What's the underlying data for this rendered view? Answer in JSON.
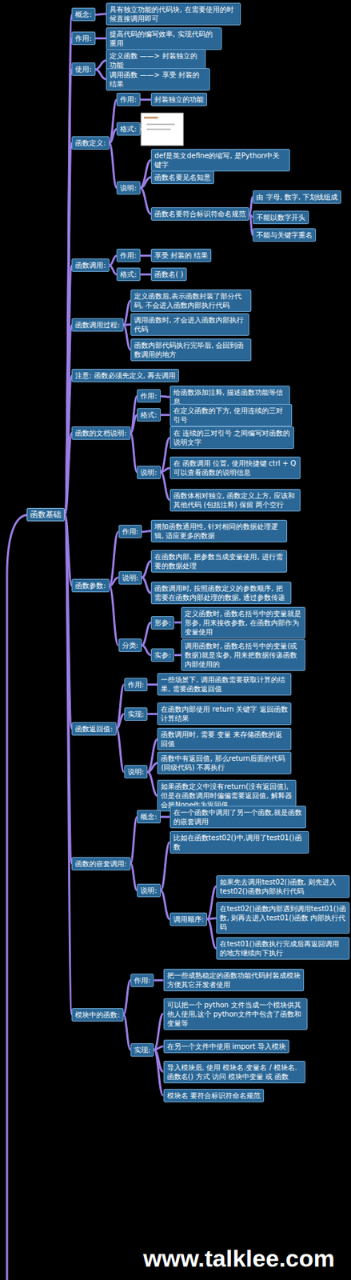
{
  "diagram": {
    "nodes": [
      {
        "text": [
          "函数基础"
        ]
      },
      {
        "text": [
          "概念:"
        ]
      },
      {
        "text": [
          "具有独立功能的代码块, 在需要使用的时候直接调用即可"
        ]
      },
      {
        "text": [
          "作用:"
        ]
      },
      {
        "text": [
          "提高代码的编写效率, 实现代码的重用"
        ]
      },
      {
        "text": [
          "使用:"
        ]
      },
      {
        "text": [
          "定义函数 ——> 封装独立的功能"
        ]
      },
      {
        "text": [
          "调用函数 ——> 享受 封装的 结果"
        ]
      },
      {
        "text": [
          "函数定义:"
        ]
      },
      {
        "text": [
          "作用:"
        ]
      },
      {
        "text": [
          "封装独立的功能"
        ]
      },
      {
        "text": [
          "格式:"
        ]
      },
      {
        "text": [
          "说明:"
        ]
      },
      {
        "text": [
          "def是英文define的缩写, 是Python中关键字"
        ]
      },
      {
        "text": [
          "函数名要见名知意"
        ]
      },
      {
        "text": [
          "函数名要符合标识符命名规范"
        ]
      },
      {
        "text": [
          "由 字母, 数字, 下划线组成"
        ]
      },
      {
        "text": [
          "不能以数字开头"
        ]
      },
      {
        "text": [
          "不能与关键字重名"
        ]
      },
      {
        "text": [
          "函数调用:"
        ]
      },
      {
        "text": [
          "作用:"
        ]
      },
      {
        "text": [
          "享受 封装的 结果"
        ]
      },
      {
        "text": [
          "格式:"
        ]
      },
      {
        "text": [
          "函数名( )"
        ]
      },
      {
        "text": [
          "函数调用过程:"
        ]
      },
      {
        "text": [
          "定义函数后,表示函数封装了部分代码, 不会进入函数内部执行代码"
        ]
      },
      {
        "text": [
          "调用函数时, 才会进入函数内部执行代码"
        ]
      },
      {
        "text": [
          "函数内部代码执行完毕后, 会回到函数调用的地方"
        ]
      },
      {
        "text": [
          "注意: 函数必须先定义, 再去调用"
        ]
      },
      {
        "text": [
          "函数的文档说明:"
        ]
      },
      {
        "text": [
          "作用:"
        ]
      },
      {
        "text": [
          "给函数添加注释, 描述函数功能等信息"
        ]
      },
      {
        "text": [
          "格式:"
        ]
      },
      {
        "text": [
          "在定义函数的下方, 使用连续的三对引号"
        ]
      },
      {
        "text": [
          "说明:"
        ]
      },
      {
        "text": [
          "在 连续的三对引号 之间编写对函数的说明文字"
        ]
      },
      {
        "text": [
          "在 函数调用 位置, 使用快捷键 ctrl + Q 可以查看函数的说明信息"
        ]
      },
      {
        "text": [
          "函数体相对独立, 函数定义上方, 应该和其他代码 (包括注释) 保留 两个空行"
        ]
      },
      {
        "text": [
          "函数参数:"
        ]
      },
      {
        "text": [
          "作用:"
        ]
      },
      {
        "text": [
          "增加函数通用性, 针对相同的数据处理逻辑, 适应更多的数据"
        ]
      },
      {
        "text": [
          "说明:"
        ]
      },
      {
        "text": [
          "在函数内部, 把参数当成变量使用, 进行需要的数据处理"
        ]
      },
      {
        "text": [
          "函数调用时, 按照函数定义的参数顺序, 把需要在函数内部处理的数据, 通过参数传递"
        ]
      },
      {
        "text": [
          "分类:"
        ]
      },
      {
        "text": [
          "形参:"
        ]
      },
      {
        "text": [
          "定义函数时, 函数名括号中的变量就是形参, 用来接收参数, 在函数内部作为变量使用"
        ]
      },
      {
        "text": [
          "实参:"
        ]
      },
      {
        "text": [
          "调用函数时, 函数名括号中的变量(或数据)就是实参, 用来把数据传递函数内部使用的"
        ]
      },
      {
        "text": [
          "函数返回值:"
        ]
      },
      {
        "text": [
          "作用:"
        ]
      },
      {
        "text": [
          "一些场景下, 调用函数需要获取计算的结果, 需要函数返回值"
        ]
      },
      {
        "text": [
          "实现:"
        ]
      },
      {
        "text": [
          "在函数内部使用 return 关键字 返回函数计算结果"
        ]
      },
      {
        "text": [
          "说明:"
        ]
      },
      {
        "text": [
          "函数调用时, 需要 变量 来存储函数的返回值"
        ]
      },
      {
        "text": [
          "函数中有返回值, 那么return后面的代码(同级代码) 不再执行"
        ]
      },
      {
        "text": [
          "如果函数定义中没有return(没有返回值), 但是在函数调用时偏偏需要返回值, 解释器会把None作为返回值"
        ]
      },
      {
        "text": [
          "函数的嵌套调用:"
        ]
      },
      {
        "text": [
          "概念:"
        ]
      },
      {
        "text": [
          "在一个函数中调用了另一个函数,就是函数的嵌套调用"
        ]
      },
      {
        "text": [
          "说明:"
        ]
      },
      {
        "text": [
          "比如在函数test02()中,调用了test01()函数"
        ]
      },
      {
        "text": [
          "调用顺序:"
        ]
      },
      {
        "text": [
          "如果先去调用test02()函数, 则先进入test02()函数内部执行代码"
        ]
      },
      {
        "text": [
          "在test02()函数内部遇到调用test01()函数, 则再去进入test01()函数 内部执行代码"
        ]
      },
      {
        "text": [
          "在test01()函数执行完成后再返回调用的地方继续向下执行"
        ]
      },
      {
        "text": [
          "模块中的函数:"
        ]
      },
      {
        "text": [
          "作用:"
        ]
      },
      {
        "text": [
          "把一些成熟稳定的函数功能代码封装成模块方便其它开发者使用"
        ]
      },
      {
        "text": [
          "实现:"
        ]
      },
      {
        "text": [
          "可以把一个 python 文件当成一个模块供其他人使用,这个 python文件中包含了函数和变量等"
        ]
      },
      {
        "text": [
          "在另一个文件中使用 import 导入模块"
        ]
      },
      {
        "text": [
          "导入模块后, 使用 模块名.变量名 / 模块名.函数名() 方式 访问 模块中变量 或 函数"
        ]
      },
      {
        "text": [
          "模块名 要符合标识符命名规范"
        ]
      }
    ],
    "edges": [
      {
        "from": 0,
        "to": 1,
        "arrow": "none"
      },
      {
        "from": 1,
        "to": 2,
        "arrow": "none"
      },
      {
        "from": 0,
        "to": 3,
        "arrow": "none"
      },
      {
        "from": 3,
        "to": 4,
        "arrow": "none"
      },
      {
        "from": 0,
        "to": 5,
        "arrow": "none"
      },
      {
        "from": 5,
        "to": 6,
        "arrow": "none"
      },
      {
        "from": 5,
        "to": 7,
        "arrow": "none"
      },
      {
        "from": 0,
        "to": 8,
        "arrow": "none"
      },
      {
        "from": 8,
        "to": 9,
        "arrow": "none"
      },
      {
        "from": 9,
        "to": 10,
        "arrow": "none"
      },
      {
        "from": 8,
        "to": 11,
        "arrow": "none"
      },
      {
        "from": 8,
        "to": 12,
        "arrow": "none"
      },
      {
        "from": 12,
        "to": 13,
        "arrow": "none"
      },
      {
        "from": 12,
        "to": 14,
        "arrow": "none"
      },
      {
        "from": 12,
        "to": 15,
        "arrow": "none"
      },
      {
        "from": 15,
        "to": 16,
        "arrow": "none"
      },
      {
        "from": 15,
        "to": 17,
        "arrow": "none"
      },
      {
        "from": 15,
        "to": 18,
        "arrow": "none"
      },
      {
        "from": 0,
        "to": 19,
        "arrow": "none"
      },
      {
        "from": 19,
        "to": 20,
        "arrow": "none"
      },
      {
        "from": 20,
        "to": 21,
        "arrow": "none"
      },
      {
        "from": 19,
        "to": 22,
        "arrow": "none"
      },
      {
        "from": 22,
        "to": 23,
        "arrow": "none"
      },
      {
        "from": 0,
        "to": 24,
        "arrow": "none"
      },
      {
        "from": 24,
        "to": 25,
        "arrow": "none"
      },
      {
        "from": 24,
        "to": 26,
        "arrow": "none"
      },
      {
        "from": 24,
        "to": 27,
        "arrow": "none"
      },
      {
        "from": 0,
        "to": 28,
        "arrow": "none"
      },
      {
        "from": 0,
        "to": 29,
        "arrow": "none"
      },
      {
        "from": 29,
        "to": 30,
        "arrow": "none"
      },
      {
        "from": 30,
        "to": 31,
        "arrow": "none"
      },
      {
        "from": 29,
        "to": 32,
        "arrow": "none"
      },
      {
        "from": 32,
        "to": 33,
        "arrow": "none"
      },
      {
        "from": 29,
        "to": 34,
        "arrow": "none"
      },
      {
        "from": 34,
        "to": 35,
        "arrow": "none"
      },
      {
        "from": 34,
        "to": 36,
        "arrow": "none"
      },
      {
        "from": 34,
        "to": 37,
        "arrow": "none"
      },
      {
        "from": 0,
        "to": 38,
        "arrow": "none"
      },
      {
        "from": 38,
        "to": 39,
        "arrow": "none"
      },
      {
        "from": 39,
        "to": 40,
        "arrow": "none"
      },
      {
        "from": 38,
        "to": 41,
        "arrow": "none"
      },
      {
        "from": 41,
        "to": 42,
        "arrow": "none"
      },
      {
        "from": 41,
        "to": 43,
        "arrow": "none"
      },
      {
        "from": 38,
        "to": 44,
        "arrow": "none"
      },
      {
        "from": 44,
        "to": 45,
        "arrow": "none"
      },
      {
        "from": 45,
        "to": 46,
        "arrow": "none"
      },
      {
        "from": 44,
        "to": 47,
        "arrow": "none"
      },
      {
        "from": 47,
        "to": 48,
        "arrow": "none"
      },
      {
        "from": 0,
        "to": 49,
        "arrow": "none"
      },
      {
        "from": 49,
        "to": 50,
        "arrow": "none"
      },
      {
        "from": 50,
        "to": 51,
        "arrow": "none"
      },
      {
        "from": 49,
        "to": 52,
        "arrow": "none"
      },
      {
        "from": 52,
        "to": 53,
        "arrow": "none"
      },
      {
        "from": 49,
        "to": 54,
        "arrow": "none"
      },
      {
        "from": 54,
        "to": 55,
        "arrow": "none"
      },
      {
        "from": 54,
        "to": 56,
        "arrow": "none"
      },
      {
        "from": 54,
        "to": 57,
        "arrow": "none"
      },
      {
        "from": 0,
        "to": 58,
        "arrow": "none"
      },
      {
        "from": 58,
        "to": 59,
        "arrow": "none"
      },
      {
        "from": 59,
        "to": 60,
        "arrow": "none"
      },
      {
        "from": 58,
        "to": 61,
        "arrow": "none"
      },
      {
        "from": 61,
        "to": 62,
        "arrow": "none"
      },
      {
        "from": 61,
        "to": 63,
        "arrow": "none"
      },
      {
        "from": 63,
        "to": 64,
        "arrow": "none"
      },
      {
        "from": 63,
        "to": 65,
        "arrow": "none"
      },
      {
        "from": 63,
        "to": 66,
        "arrow": "none"
      },
      {
        "from": 0,
        "to": 67,
        "arrow": "none"
      },
      {
        "from": 67,
        "to": 68,
        "arrow": "none"
      },
      {
        "from": 68,
        "to": 69,
        "arrow": "none"
      },
      {
        "from": 67,
        "to": 70,
        "arrow": "none"
      },
      {
        "from": 70,
        "to": 71,
        "arrow": "none"
      },
      {
        "from": 70,
        "to": 72,
        "arrow": "none"
      },
      {
        "from": 70,
        "to": 73,
        "arrow": "none"
      },
      {
        "from": 70,
        "to": 74,
        "arrow": "none"
      }
    ],
    "labels": [
      "www.talklee.com"
    ]
  }
}
